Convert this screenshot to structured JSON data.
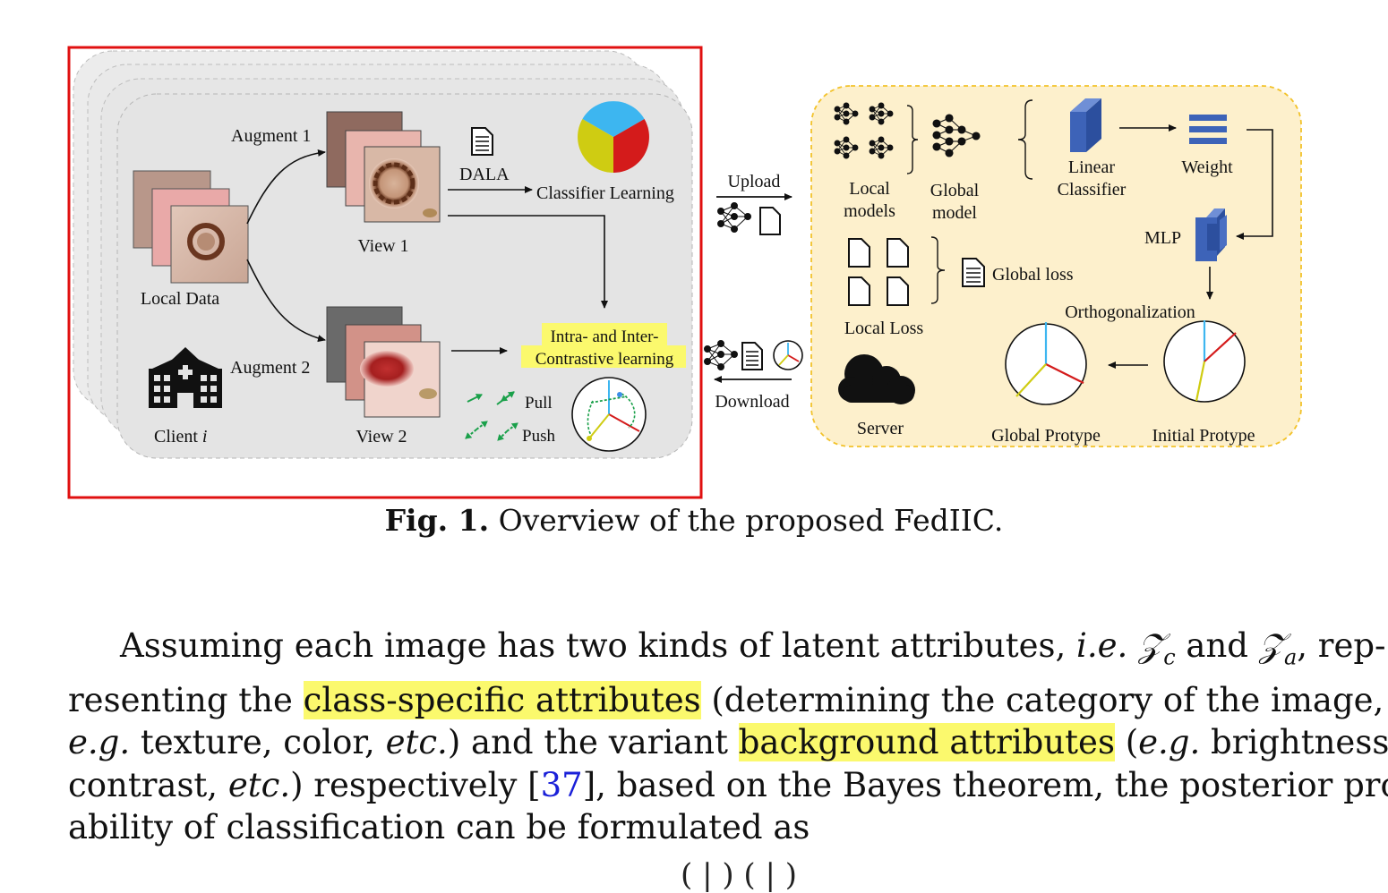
{
  "figure": {
    "client": {
      "augment1": "Augment 1",
      "augment2": "Augment 2",
      "local_data": "Local Data",
      "client_prefix": "Client ",
      "client_var": "i",
      "view1": "View 1",
      "view2": "View 2",
      "dala": "DALA",
      "classifier_learning": "Classifier Learning",
      "contrastive_line1": "Intra- and Inter-",
      "contrastive_line2": "Contrastive learning",
      "pull": "Pull",
      "push": "Push"
    },
    "transfer": {
      "upload": "Upload",
      "download": "Download"
    },
    "server": {
      "local_models_1": "Local",
      "local_models_2": "models",
      "global_model_1": "Global",
      "global_model_2": "model",
      "linear_classifier_1": "Linear",
      "linear_classifier_2": "Classifier",
      "weight": "Weight",
      "mlp": "MLP",
      "global_loss": "Global loss",
      "local_loss": "Local Loss",
      "orthogonalization": "Orthogonalization",
      "server": "Server",
      "global_protype": "Global Protype",
      "initial_protype": "Initial Protype"
    },
    "colors": {
      "client_border": "#e01010",
      "server_fill": "#fdf0cc",
      "server_border": "#f2c22a",
      "pie_blue": "#3db6f0",
      "pie_red": "#d41b1b",
      "pie_yellow": "#cfcc12",
      "highlight": "#fbf96d",
      "block_blue": "#3d63b8"
    }
  },
  "caption": {
    "label": "Fig. 1.",
    "text": " Overview of the proposed FedIIC."
  },
  "paragraph": {
    "l1a": "Assuming each image has two kinds of latent attributes, ",
    "l1b": "i.e.",
    "l1c": " ",
    "zc": "𝒵",
    "zc_sub": "c",
    "l1d": " and ",
    "za": "𝒵",
    "za_sub": "a",
    "l1e": ", rep-",
    "l2a": "resenting the ",
    "l2hl": "class-specific attributes",
    "l2b": " (determining the category of the image,",
    "l3a": "e.g.",
    "l3b": " texture, color, ",
    "l3c": "etc.",
    "l3d": ") and the variant ",
    "l3hl": "background attributes",
    "l3e": " (",
    "l3f": "e.g.",
    "l3g": " brightness,",
    "l4a": "contrast, ",
    "l4b": "etc.",
    "l4c": ") respectively [",
    "l4cite": "37",
    "l4d": "], based on the Bayes theorem, the posterior prob-",
    "l5": "ability of classification can be formulated as",
    "equation_fragment": "( | )    ( | )"
  }
}
